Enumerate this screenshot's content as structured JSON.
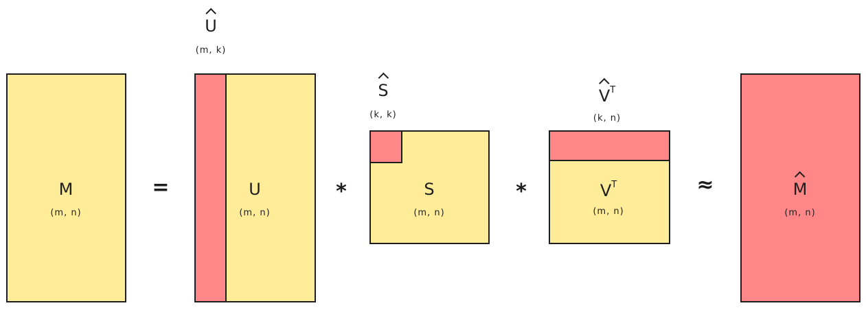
{
  "matrices": {
    "m": {
      "symbol": "M",
      "dims": "(m, n)"
    },
    "u": {
      "symbol": "U",
      "dims": "(m, n)"
    },
    "s": {
      "symbol": "S",
      "dims": "(m, n)"
    },
    "vt": {
      "symbol": "V",
      "sup": "T",
      "dims": "(m, n)"
    },
    "m_hat": {
      "symbol": "M",
      "dims": "(m, n)"
    }
  },
  "truncated": {
    "u_hat": {
      "symbol": "U",
      "dims": "(m, k)"
    },
    "s_hat": {
      "symbol": "S",
      "dims": "(k, k)"
    },
    "vt_hat": {
      "symbol": "V",
      "sup": "T",
      "dims": "(k, n)"
    }
  },
  "operators": {
    "equals": "=",
    "times1": "*",
    "times2": "*",
    "approx": "≈"
  },
  "colors": {
    "full": "#ffec99",
    "truncated": "#ff8787",
    "stroke": "#1e1e1e"
  }
}
